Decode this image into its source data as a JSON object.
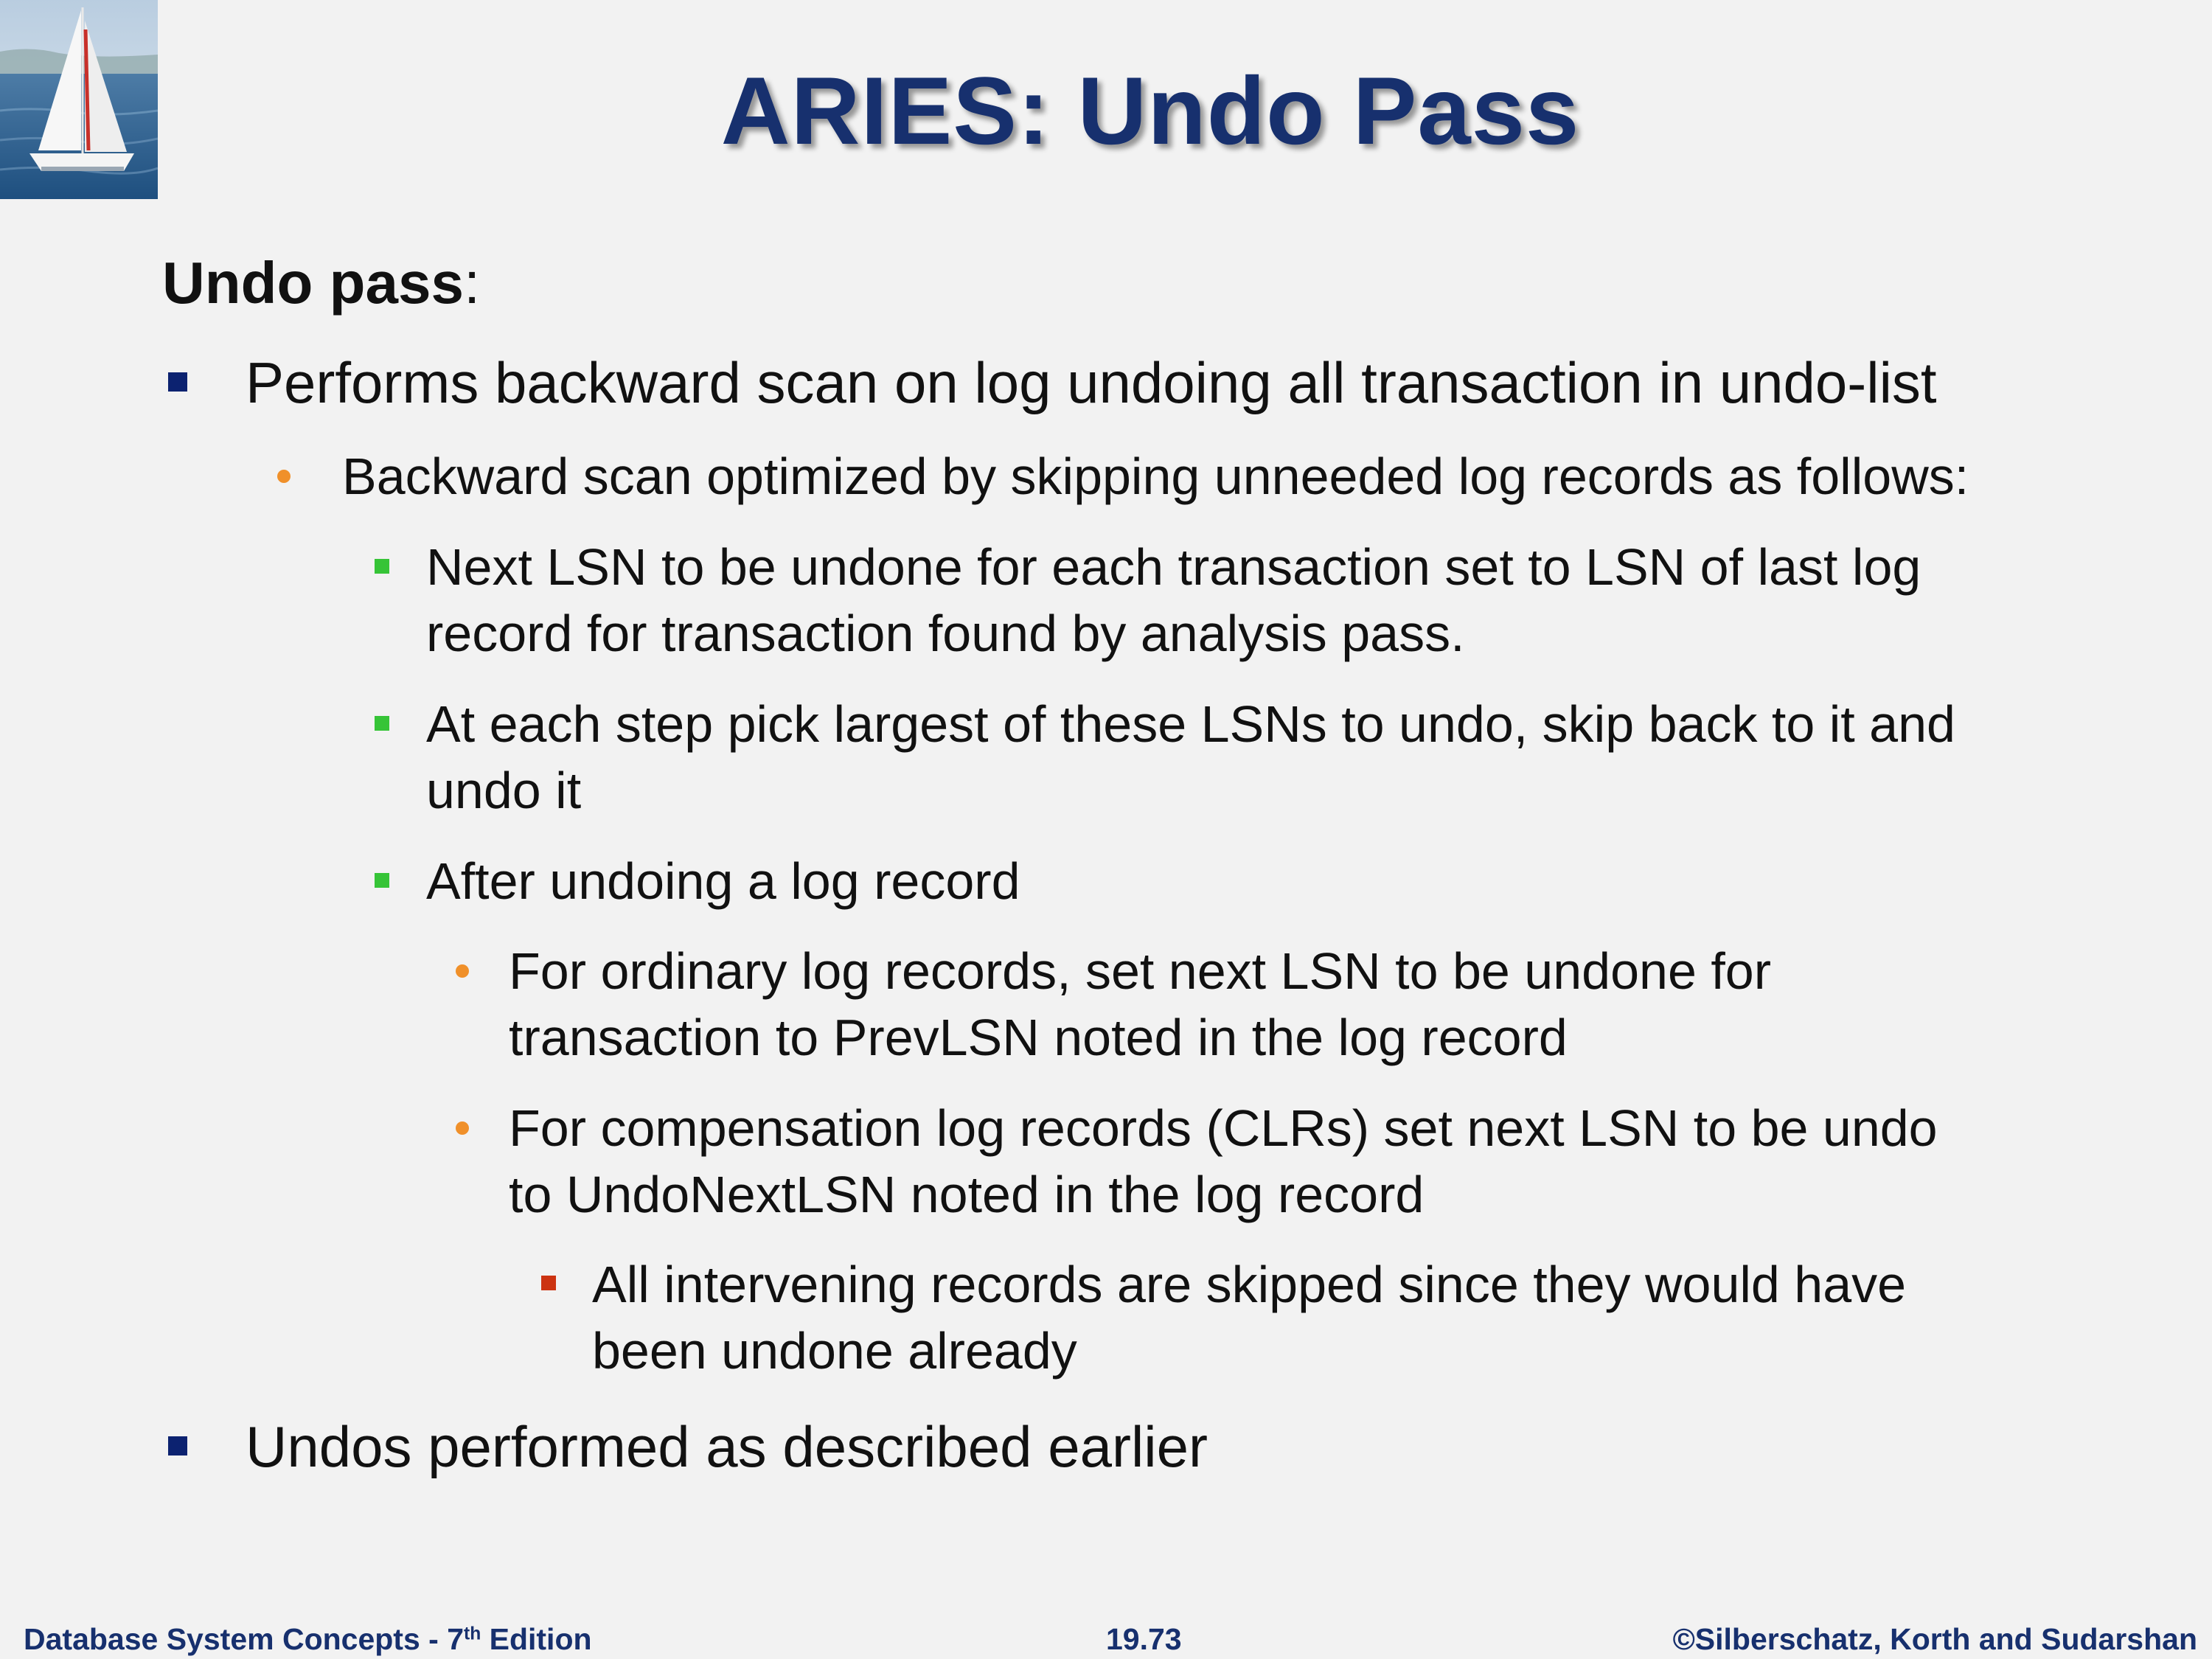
{
  "slide": {
    "title": "ARIES: Undo Pass",
    "heading_bold": "Undo pass",
    "heading_colon": ":",
    "bullets": [
      {
        "level": 1,
        "text": "Performs backward scan on log undoing all transaction in undo-list"
      },
      {
        "level": 2,
        "text": "Backward scan optimized by skipping unneeded log records as follows:"
      },
      {
        "level": 3,
        "lines": [
          "Next LSN to be undone for each transaction set to LSN of last log",
          "record for transaction found by analysis pass."
        ]
      },
      {
        "level": 3,
        "lines": [
          "At each step pick largest of these LSNs to undo, skip back to it and",
          "undo it"
        ]
      },
      {
        "level": 3,
        "lines": [
          "After undoing a log record"
        ]
      },
      {
        "level": 4,
        "lines": [
          "For ordinary log records, set next LSN to be undone for",
          "transaction to PrevLSN noted in the log record"
        ]
      },
      {
        "level": 4,
        "lines": [
          "For compensation log records (CLRs) set next LSN to be undo",
          "to UndoNextLSN noted in the log record"
        ]
      },
      {
        "level": 5,
        "lines": [
          "All intervening records are skipped since they would have",
          "been undone already"
        ]
      },
      {
        "level": 1,
        "text": "Undos performed as described earlier"
      }
    ]
  },
  "footer": {
    "left_prefix": "Database System Concepts - 7",
    "left_sup": "th",
    "left_suffix": " Edition",
    "page_number": "19.73",
    "copyright": "©Silberschatz, Korth and Sudarshan"
  },
  "colors": {
    "title": "#17306e",
    "level1_bullet": "#0c2270",
    "level2_bullet": "#f0902a",
    "level3_bullet": "#36c437",
    "level5_bullet": "#cc3311",
    "background": "#f2f2f2"
  },
  "icons": {
    "logo": "sailboat-logo-icon"
  }
}
